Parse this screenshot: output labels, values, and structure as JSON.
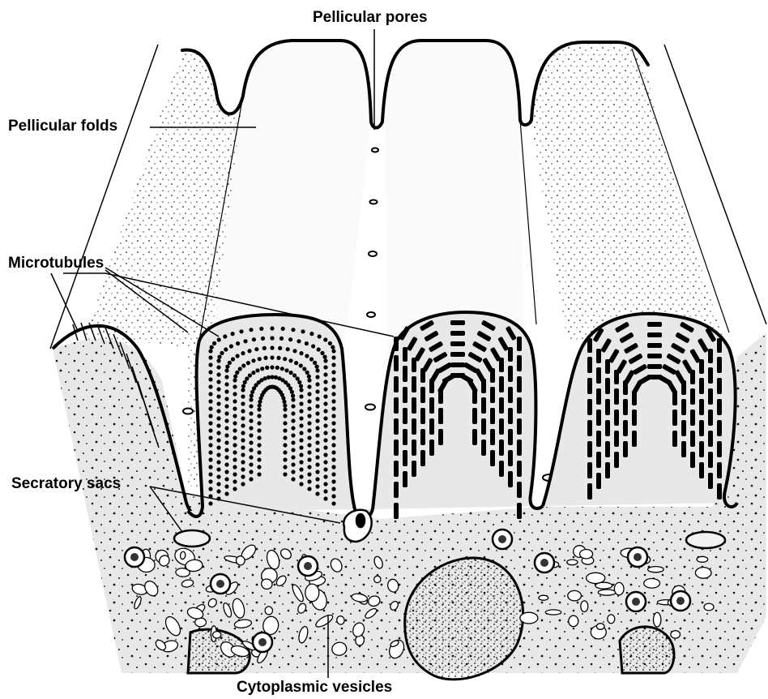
{
  "labels": {
    "pellicular_pores": "Pellicular pores",
    "pellicular_folds": "Pellicular folds",
    "microtubules": "Microtubules",
    "secretory_sacs": "Secratory sacs",
    "cytoplasmic_vesicles": "Cytoplasmic vesicles"
  },
  "colors": {
    "ink": "#000000",
    "cytoplasm_fill": "#e8e8e8",
    "background": "#ffffff"
  }
}
